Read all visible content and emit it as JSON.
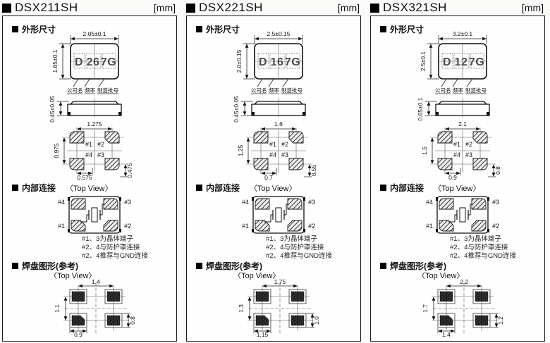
{
  "columns": [
    {
      "title": "DSX211SH",
      "unit": "[mm]",
      "outline": {
        "heading": "外形尺寸",
        "top_view": {
          "width_dim": "2.05±0.1",
          "height_dim": "1.65±0.1",
          "marking_1": "D",
          "marking_2": "26",
          "marking_3": "7G",
          "label_company": "公司名",
          "label_freq": "频率",
          "label_lot": "制造批号"
        },
        "side_view": {
          "height_dim": "0.45±0.05"
        },
        "bottom_view": {
          "dim_width": "1.275",
          "dim_height": "0.975",
          "dim_pad_x": "0.575",
          "dim_pad_y": "0.475",
          "pin_tl": "#1",
          "pin_tr": "#2",
          "pin_bl": "#4",
          "pin_br": "#3"
        }
      },
      "internal": {
        "heading": "内部连接",
        "view_label": "〈Top View〉",
        "pin_tl": "#4",
        "pin_tr": "#3",
        "pin_bl": "#1",
        "pin_br": "#2",
        "notes": [
          "#1、3为晶体端子",
          "#2、4与防护罩连接",
          "#2、4推荐与GND连接"
        ]
      },
      "land": {
        "heading": "焊盘图形(参考)",
        "view_label": "〈Top View〉",
        "dim_width": "1.4",
        "dim_height": "1.1",
        "dim_pad_w": "0.9",
        "dim_pad_h": "0.8"
      }
    },
    {
      "title": "DSX221SH",
      "unit": "[mm]",
      "outline": {
        "heading": "外形尺寸",
        "top_view": {
          "width_dim": "2.5±0.15",
          "height_dim": "2.0±0.15",
          "marking_1": "D",
          "marking_2": "16",
          "marking_3": "7G",
          "label_company": "公司名",
          "label_freq": "频率",
          "label_lot": "制造批号"
        },
        "side_view": {
          "height_dim": "0.45±0.05"
        },
        "bottom_view": {
          "dim_width": "1.6",
          "dim_height": "1.25",
          "dim_pad_x": "0.7",
          "dim_pad_y": "0.55",
          "pin_tl": "#1",
          "pin_tr": "#2",
          "pin_bl": "#4",
          "pin_br": "#3"
        }
      },
      "internal": {
        "heading": "内部连接",
        "view_label": "〈Top View〉",
        "pin_tl": "#4",
        "pin_tr": "#3",
        "pin_bl": "#1",
        "pin_br": "#2",
        "notes": [
          "#1、3为晶体端子",
          "#2、4与防护罩连接",
          "#2、4推荐与GND连接"
        ]
      },
      "land": {
        "heading": "焊盘图形(参考)",
        "view_label": "〈Top View〉",
        "dim_width": "1.75",
        "dim_height": "1.3",
        "dim_pad_w": "1.15",
        "dim_pad_h": "1.0"
      }
    },
    {
      "title": "DSX321SH",
      "unit": "[mm]",
      "outline": {
        "heading": "外形尺寸",
        "top_view": {
          "width_dim": "3.2±0.1",
          "height_dim": "2.5±0.1",
          "marking_1": "D",
          "marking_2": "12",
          "marking_3": "7G",
          "label_company": "公司名",
          "label_freq": "频率",
          "label_lot": "制造批号"
        },
        "side_view": {
          "height_dim": "0.65±0.1"
        },
        "bottom_view": {
          "dim_width": "2.1",
          "dim_height": "1.5",
          "dim_pad_x": "0.9",
          "dim_pad_y": "0.8",
          "pin_tl": "#1",
          "pin_tr": "#2",
          "pin_bl": "#4",
          "pin_br": "#3"
        }
      },
      "internal": {
        "heading": "内部连接",
        "view_label": "〈Top View〉",
        "pin_tl": "#4",
        "pin_tr": "#3",
        "pin_bl": "#1",
        "pin_br": "#2",
        "notes": [
          "#1、3为晶体端子",
          "#2、4与防护罩连接",
          "#2、4推荐与GND连接"
        ]
      },
      "land": {
        "heading": "焊盘图形(参考)",
        "view_label": "〈Top View〉",
        "dim_width": "2.2",
        "dim_height": "1.7",
        "dim_pad_w": "1.4",
        "dim_pad_h": "1.2"
      }
    }
  ]
}
